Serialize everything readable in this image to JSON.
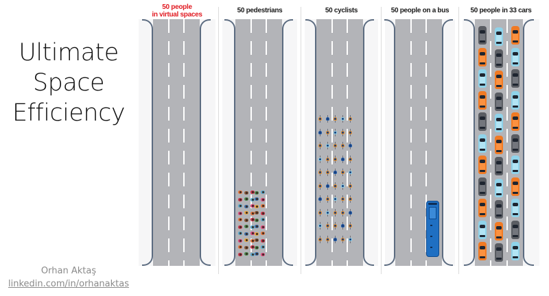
{
  "slide": {
    "title_lines": [
      "Ultimate",
      "Space",
      "Efficiency"
    ],
    "credit": {
      "name": "Orhan Aktaş",
      "link": "linkedin.com/in/orhanaktas"
    }
  },
  "panels": [
    {
      "id": "virtual",
      "title_lines": [
        "50 people",
        "in virtual spaces"
      ],
      "title_color": "#e11b22",
      "content": "empty road"
    },
    {
      "id": "pedestrians",
      "title_lines": [
        "50 pedestrians"
      ],
      "title_color": "#1a1a1a",
      "content": "crowd of 50 people near bottom"
    },
    {
      "id": "cyclists",
      "title_lines": [
        "50 cyclists"
      ],
      "title_color": "#1a1a1a",
      "content": "grid of 50 cyclists, 5 columns x 10 rows"
    },
    {
      "id": "bus",
      "title_lines": [
        "50 people on a bus"
      ],
      "title_color": "#1a1a1a",
      "content": "one blue bus in right lane"
    },
    {
      "id": "cars",
      "title_lines": [
        "50 people in 33 cars"
      ],
      "title_color": "#1a1a1a",
      "content": "33 cars in 3 lanes"
    }
  ],
  "colors": {
    "road": "#b3b4b8",
    "shoulder": "#f6f6f7",
    "edge_line": "#5b6b80",
    "lane_dash": "#ffffff",
    "car_dark": "#5a5d63",
    "car_blue": "#8fd3ea",
    "car_orange": "#f07a24",
    "bus": "#1f6fc2"
  },
  "cars": {
    "columns": [
      [
        "dark",
        "orange",
        "blue",
        "orange",
        "dark",
        "blue",
        "orange",
        "dark",
        "orange",
        "blue",
        "orange"
      ],
      [
        "blue",
        "dark",
        "orange",
        "dark",
        "blue",
        "orange",
        "dark",
        "blue",
        "dark",
        "orange",
        "dark"
      ],
      [
        "orange",
        "blue",
        "dark",
        "blue",
        "orange",
        "dark",
        "blue",
        "orange",
        "blue",
        "dark",
        "blue"
      ]
    ]
  }
}
